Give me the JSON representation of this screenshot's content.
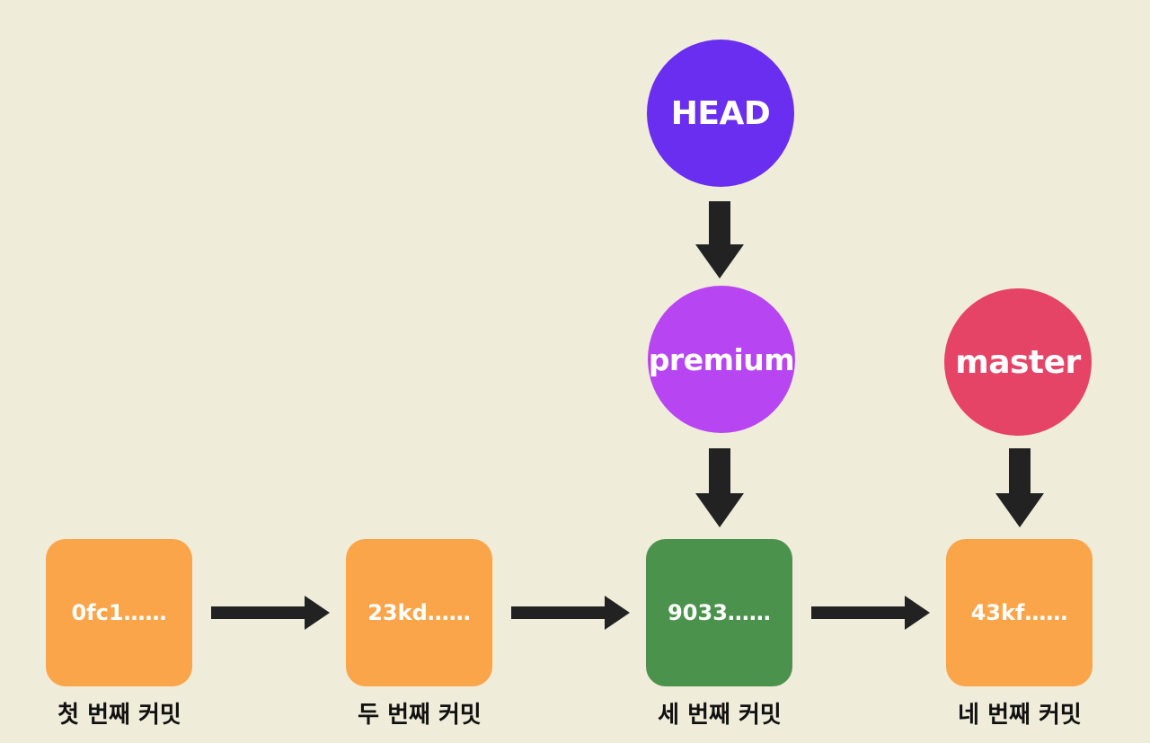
{
  "refs": {
    "head": "HEAD",
    "premium": "premium",
    "master": "master"
  },
  "commits": [
    {
      "hash": "0fc1……",
      "caption": "첫 번째 커밋"
    },
    {
      "hash": "23kd……",
      "caption": "두 번째 커밋"
    },
    {
      "hash": "9033……",
      "caption": "세 번째 커밋"
    },
    {
      "hash": "43kf……",
      "caption": "네 번째 커밋"
    }
  ],
  "colors": {
    "background": "#efecd9",
    "head": "#6a2ef0",
    "premium": "#b845f2",
    "master": "#e54466",
    "commit_default": "#fba54a",
    "commit_current": "#4b924d",
    "arrow": "#222222"
  }
}
